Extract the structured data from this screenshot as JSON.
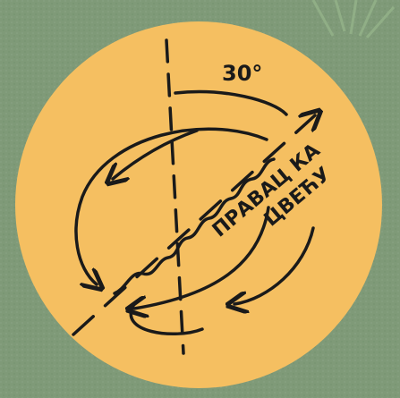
{
  "diagram": {
    "angle_label": "30°",
    "direction_line1": "ПРАВАЦ КА",
    "direction_line2": "ЦВЕЋУ",
    "colors": {
      "background": "#7f9a78",
      "disc": "#f5bf61",
      "ink": "#1a1a1a"
    }
  }
}
